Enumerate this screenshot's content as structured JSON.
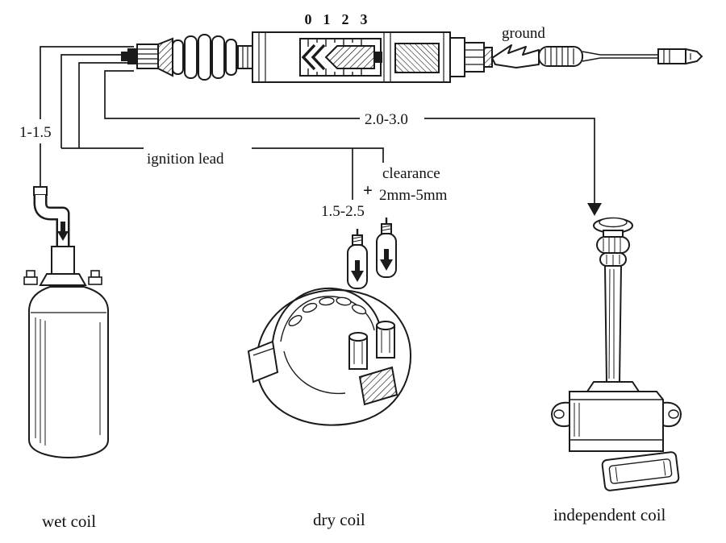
{
  "colors": {
    "ink": "#1b1b1b",
    "paper": "#ffffff"
  },
  "tester": {
    "scale_numbers": [
      "0",
      "1",
      "2",
      "3"
    ]
  },
  "ground": {
    "label": "ground"
  },
  "callouts": {
    "wet_range": "1-1.5",
    "ignition_lead": "ignition lead",
    "independent_range": "2.0-3.0",
    "dry_range": "1.5-2.5",
    "plus": "+",
    "clearance_title": "clearance",
    "clearance_value": "2mm-5mm"
  },
  "captions": {
    "wet": "wet coil",
    "dry": "dry coil",
    "independent": "independent coil"
  }
}
